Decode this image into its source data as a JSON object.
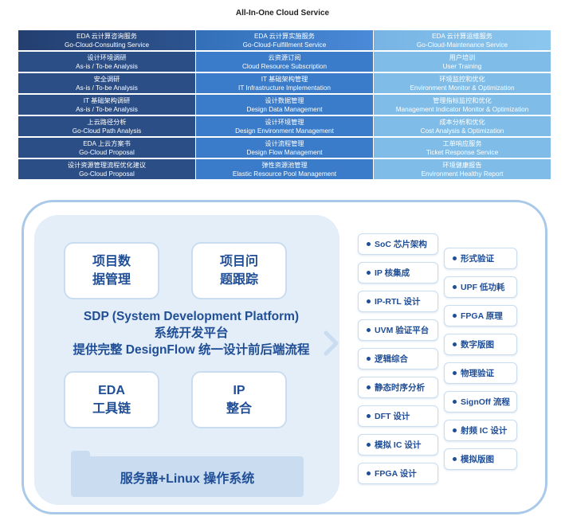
{
  "title": "All-In-One Cloud Service",
  "services": [
    {
      "column": "consulting",
      "color": "#2b4e86",
      "cells": [
        {
          "cn": "EDA 云计算咨询服务",
          "en": "Go-Cloud-Consulting Service"
        },
        {
          "cn": "设计环境调研",
          "en": "As-is / To-be Analysis"
        },
        {
          "cn": "安全调研",
          "en": "As-is / To-be Analysis"
        },
        {
          "cn": "IT 基础架构调研",
          "en": "As-is / To-be Analysis"
        },
        {
          "cn": "上云路径分析",
          "en": "Go-Cloud Path Analysis"
        },
        {
          "cn": "EDA 上云方案书",
          "en": "Go-Cloud Proposal"
        },
        {
          "cn": "设计资源管理流程优化建议",
          "en": "Go-Cloud Proposal"
        }
      ]
    },
    {
      "column": "fulfillment",
      "color": "#3a7cc9",
      "cells": [
        {
          "cn": "EDA 云计算实施服务",
          "en": "Go-Cloud-Fulfillment Service"
        },
        {
          "cn": "云资源订阅",
          "en": "Cloud Resource Subscription"
        },
        {
          "cn": "IT 基础架构管理",
          "en": "IT Infrastructure Implementation"
        },
        {
          "cn": "设计数据管理",
          "en": "Design Data Management"
        },
        {
          "cn": "设计环境管理",
          "en": "Design Environment Management"
        },
        {
          "cn": "设计流程管理",
          "en": "Design Flow Management"
        },
        {
          "cn": "弹性资源池管理",
          "en": "Elastic Resource Pool Management"
        }
      ]
    },
    {
      "column": "maintenance",
      "color": "#7fbde8",
      "cells": [
        {
          "cn": "EDA 云计算运维服务",
          "en": "Go-Cloud-Maintenance Service"
        },
        {
          "cn": "用户培训",
          "en": "User Training"
        },
        {
          "cn": "环境监控和优化",
          "en": "Environment Monitor & Optimization"
        },
        {
          "cn": "管理指标监控和优化",
          "en": "Management Indicator Monitor &  Optimization"
        },
        {
          "cn": "成本分析和优化",
          "en": "Cost Analysis & Optimization"
        },
        {
          "cn": "工单响应服务",
          "en": "Ticket Response Service"
        },
        {
          "cn": "环境健康报告",
          "en": "Environment Healthy Report"
        }
      ]
    }
  ],
  "platform": {
    "quadrants": {
      "tl": [
        "项目数",
        "据管理"
      ],
      "tr": [
        "项目问",
        "题跟踪"
      ],
      "bl": [
        "EDA",
        "工具链"
      ],
      "br": [
        "IP",
        "整合"
      ]
    },
    "sdp_lines": [
      "SDP  (System Development  Platform)",
      "系统开发平台",
      "提供完整 DesignFlow 统一设计前后端流程"
    ],
    "os_label": "服务器+Linux 操作系统"
  },
  "flow_left": [
    "SoC 芯片架构",
    "IP 核集成",
    "IP-RTL 设计",
    "UVM 验证平台",
    "逻辑综合",
    "静态时序分析",
    "DFT 设计",
    "模拟 IC 设计",
    "FPGA 设计"
  ],
  "flow_right": [
    "形式验证",
    "UPF 低功耗",
    "FPGA 原理",
    "数字版图",
    "物理验证",
    "SignOff 流程",
    "射频 IC 设计",
    "模拟版图"
  ],
  "colors": {
    "accent_dark": "#1f4e96",
    "panel": "#e4eef9",
    "border": "#a9c9e8"
  }
}
